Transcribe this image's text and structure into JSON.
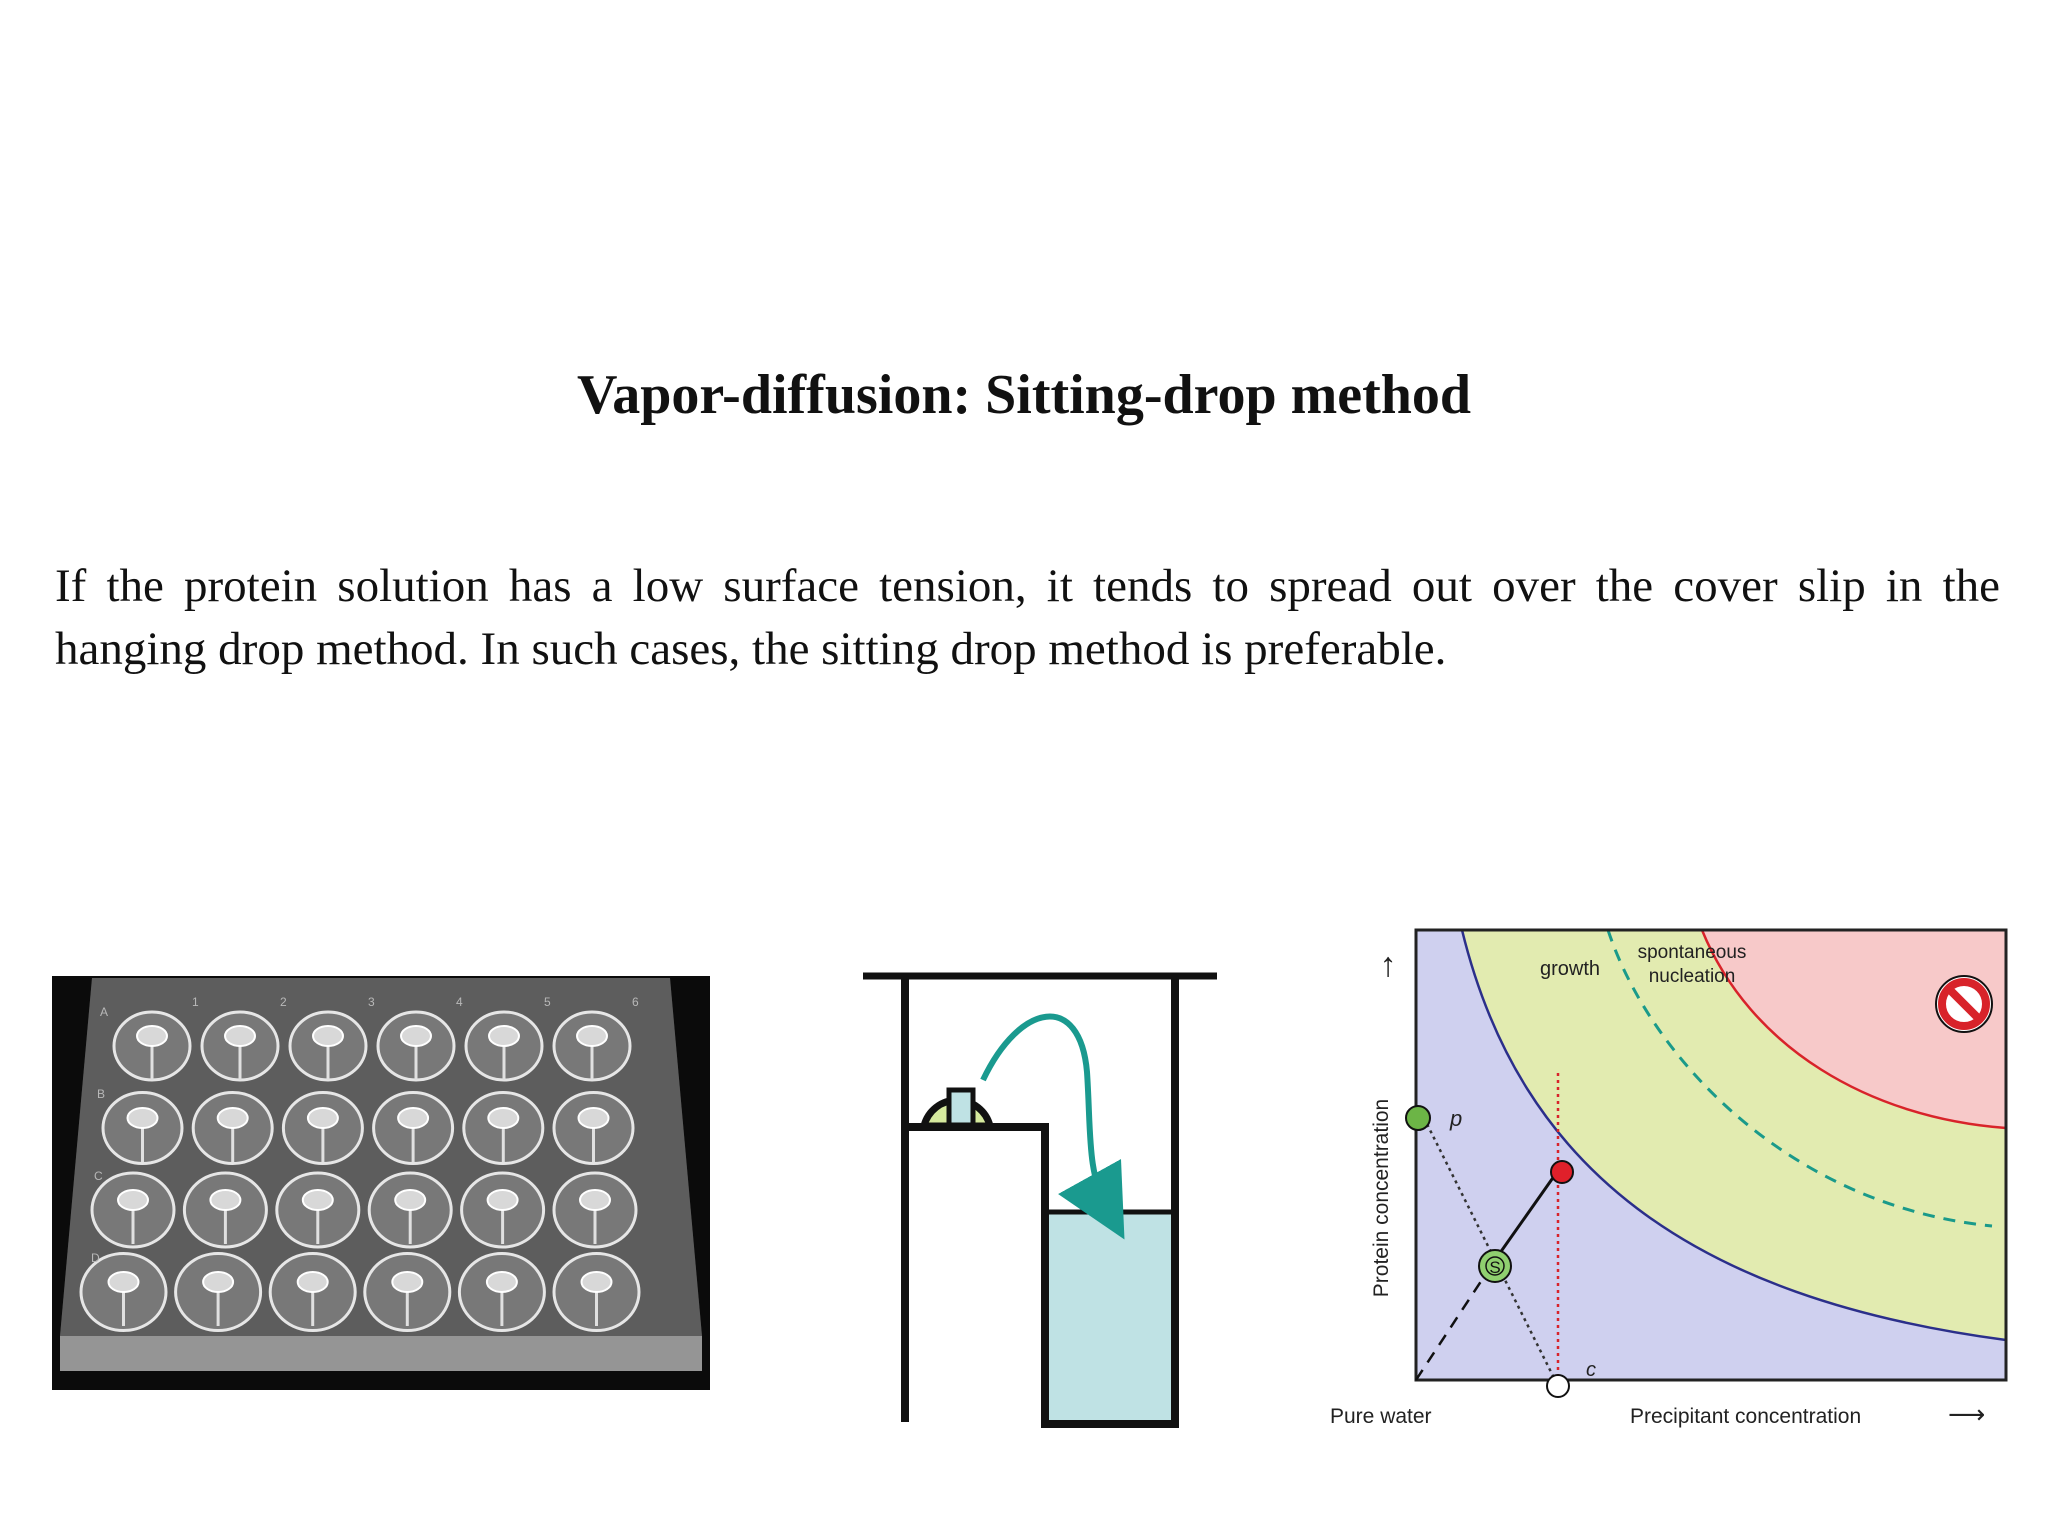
{
  "slide": {
    "title": "Vapor-diffusion: Sitting-drop method",
    "body": "If the protein solution has a low surface tension, it tends to spread out over the cover slip in the hanging drop method. In such cases, the sitting drop method is preferable."
  },
  "plate_photo": {
    "column_numbers": [
      "1",
      "2",
      "3",
      "4",
      "5",
      "6"
    ],
    "row_letters": [
      "A",
      "B",
      "C",
      "D"
    ]
  },
  "phase_diagram": {
    "region_growth": "growth",
    "region_spontaneous_line1": "spontaneous",
    "region_spontaneous_line2": "nucleation",
    "y_axis_label": "Protein concentration",
    "x_axis_label": "Precipitant concentration",
    "origin_label": "Pure water",
    "point_p_label": "p",
    "point_s_label": "S",
    "point_c_label": "c",
    "up_arrow": "↑",
    "right_arrow": "⟶",
    "colors": {
      "undersaturated": "#cfd0ef",
      "growth_zone": "#e2ebb0",
      "precipitation_zone": "#f7c9c9",
      "solubility_curve": "#2b2f8a",
      "precipitation_curve": "#d8232a",
      "nucleation_boundary": "#1a9a8a",
      "point_p": "#6cb546",
      "point_end": "#e0202a"
    },
    "icons": [
      "no-entry-icon"
    ]
  },
  "drop_diagram": {
    "colors": {
      "reservoir": "#bfe2e4",
      "drop": "#d6ea9e",
      "crystal": "#bfe2e4",
      "vapor_arrow": "#1a9a8f"
    }
  }
}
